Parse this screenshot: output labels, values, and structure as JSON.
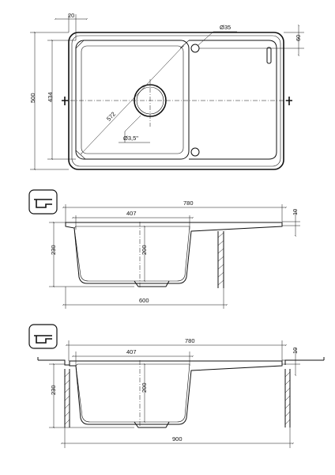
{
  "top_view": {
    "dim_rim": "20",
    "dim_tap_hole": "Ø35",
    "dim_60": "60",
    "dim_500": "500",
    "dim_434": "434",
    "dim_572": "572",
    "dim_drain": "Ø3,5\""
  },
  "section_1": {
    "dim_780": "780",
    "dim_407": "407",
    "dim_10": "10",
    "dim_230": "230",
    "dim_200": "200",
    "dim_600": "600"
  },
  "section_2": {
    "dim_780": "780",
    "dim_407": "407",
    "dim_10": "10",
    "dim_230": "230",
    "dim_200": "200",
    "dim_900": "900"
  },
  "icons": {
    "install_1": "overmount-install-icon",
    "install_2": "undermount-install-icon"
  }
}
